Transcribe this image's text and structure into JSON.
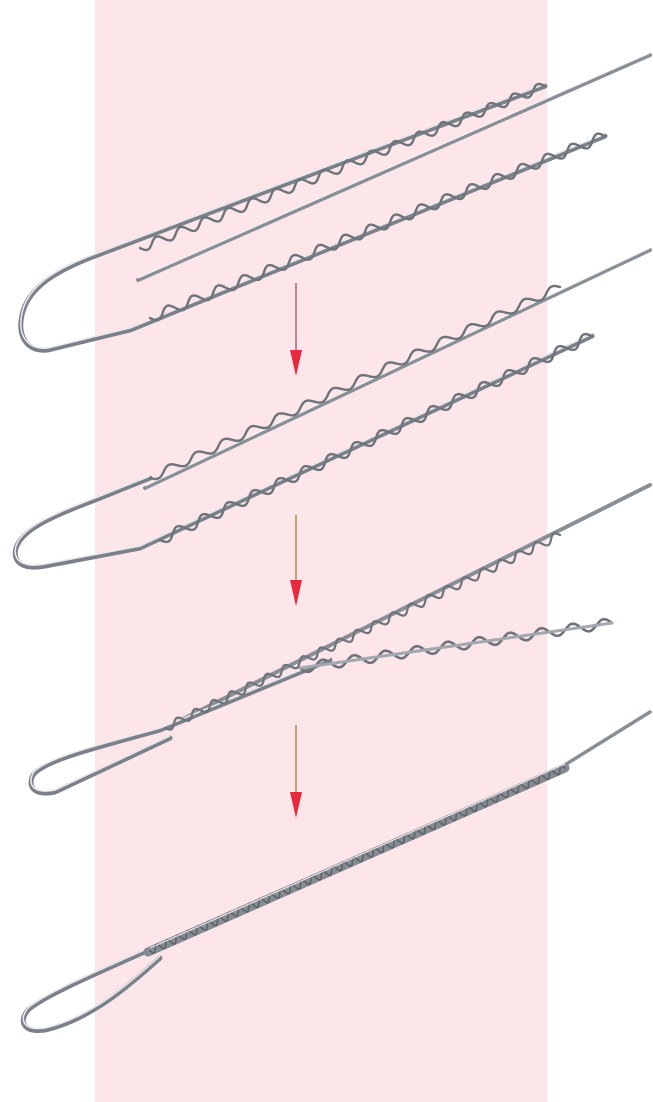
{
  "colors": {
    "background": "#ffffff",
    "panel": "#fde6ea",
    "wire_dark": "#6f737a",
    "wire_mid": "#9ea3aa",
    "wire_light": "#eef0f2",
    "arrow_line_1": "#b0607a",
    "arrow_line_2": "#a8904a",
    "arrow_line_3": "#a8904a",
    "arrow_head": "#e8283c"
  },
  "stages": [
    {
      "name": "stage-1-separate-legs",
      "state": "open"
    },
    {
      "name": "stage-2-legs-approaching",
      "state": "closing"
    },
    {
      "name": "stage-3-legs-wrapping",
      "state": "wrapping"
    },
    {
      "name": "stage-4-fully-wrapped",
      "state": "closed"
    }
  ],
  "arrows": [
    {
      "name": "arrow-step-1"
    },
    {
      "name": "arrow-step-2"
    },
    {
      "name": "arrow-step-3"
    }
  ]
}
